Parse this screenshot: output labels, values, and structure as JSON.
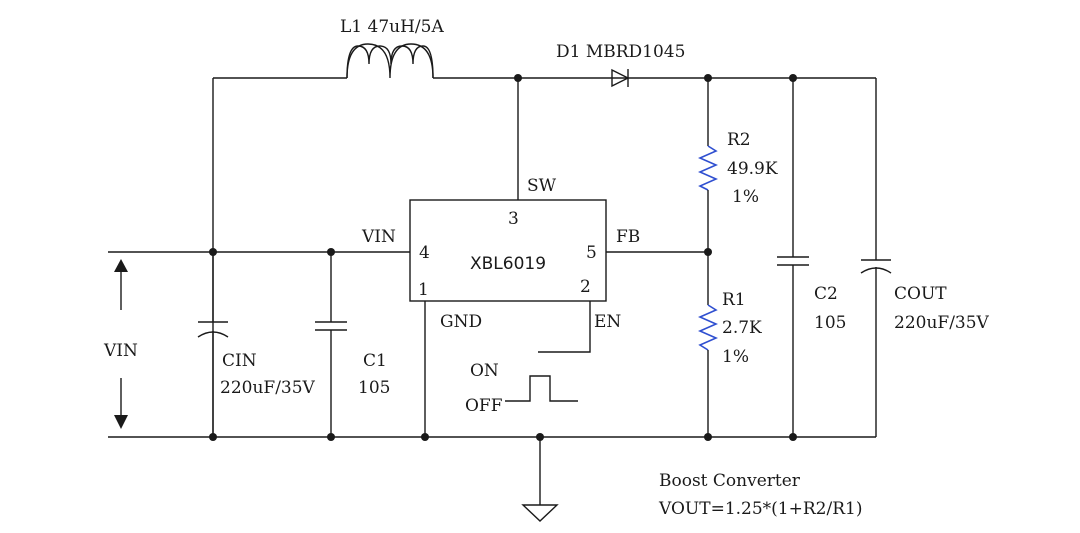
{
  "inductor": {
    "label": "L1 47uH/5A"
  },
  "diode": {
    "label": "D1 MBRD1045"
  },
  "ic": {
    "name": "XBL6019",
    "pin_sw": "SW",
    "pin_sw_num": "3",
    "pin_vin": "VIN",
    "pin_vin_num": "4",
    "pin_fb": "FB",
    "pin_fb_num": "5",
    "pin_gnd": "GND",
    "pin_gnd_num": "1",
    "pin_en": "EN",
    "pin_en_num": "2"
  },
  "r2": {
    "name": "R2",
    "value": "49.9K",
    "tolerance": "1%"
  },
  "r1": {
    "name": "R1",
    "value": "2.7K",
    "tolerance": "1%"
  },
  "c2": {
    "name": "C2",
    "value": "105"
  },
  "cout": {
    "name": "COUT",
    "value": "220uF/35V"
  },
  "cin": {
    "name": "CIN",
    "value": "220uF/35V"
  },
  "c1": {
    "name": "C1",
    "value": "105"
  },
  "input": {
    "label": "VIN"
  },
  "enable": {
    "on_label": "ON",
    "off_label": "OFF"
  },
  "caption": {
    "title": "Boost Converter",
    "formula": "VOUT=1.25*(1+R2/R1)"
  },
  "colors": {
    "wire": "#1a1a1a",
    "resistor": "#2f4fd0"
  }
}
